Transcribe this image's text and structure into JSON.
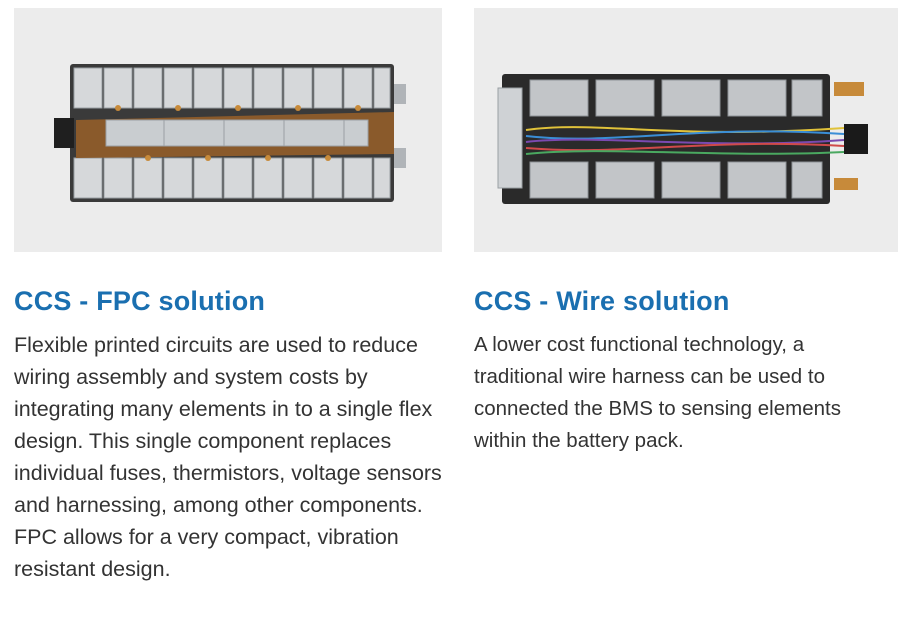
{
  "left": {
    "image_label": "CCS FPC battery module photo",
    "heading": "CCS - FPC solution",
    "body": "Flexible printed circuits are used to reduce wiring assembly and system costs by integrating many elements in to a single flex design. This single component replaces individual fuses, thermistors, voltage sensors and harnessing, among other components. FPC allows for a very compact, vibration resistant design."
  },
  "right": {
    "image_label": "CCS wire harness battery module photo",
    "heading": "CCS - Wire solution",
    "body": "A lower cost functional technology, a traditional wire harness can be used to connected the BMS to sensing elements within the battery pack."
  },
  "colors": {
    "heading": "#1a6fb0",
    "body_text": "#333333",
    "photo_background": "#ececec",
    "flex_circuit": "#8a5a2b"
  }
}
